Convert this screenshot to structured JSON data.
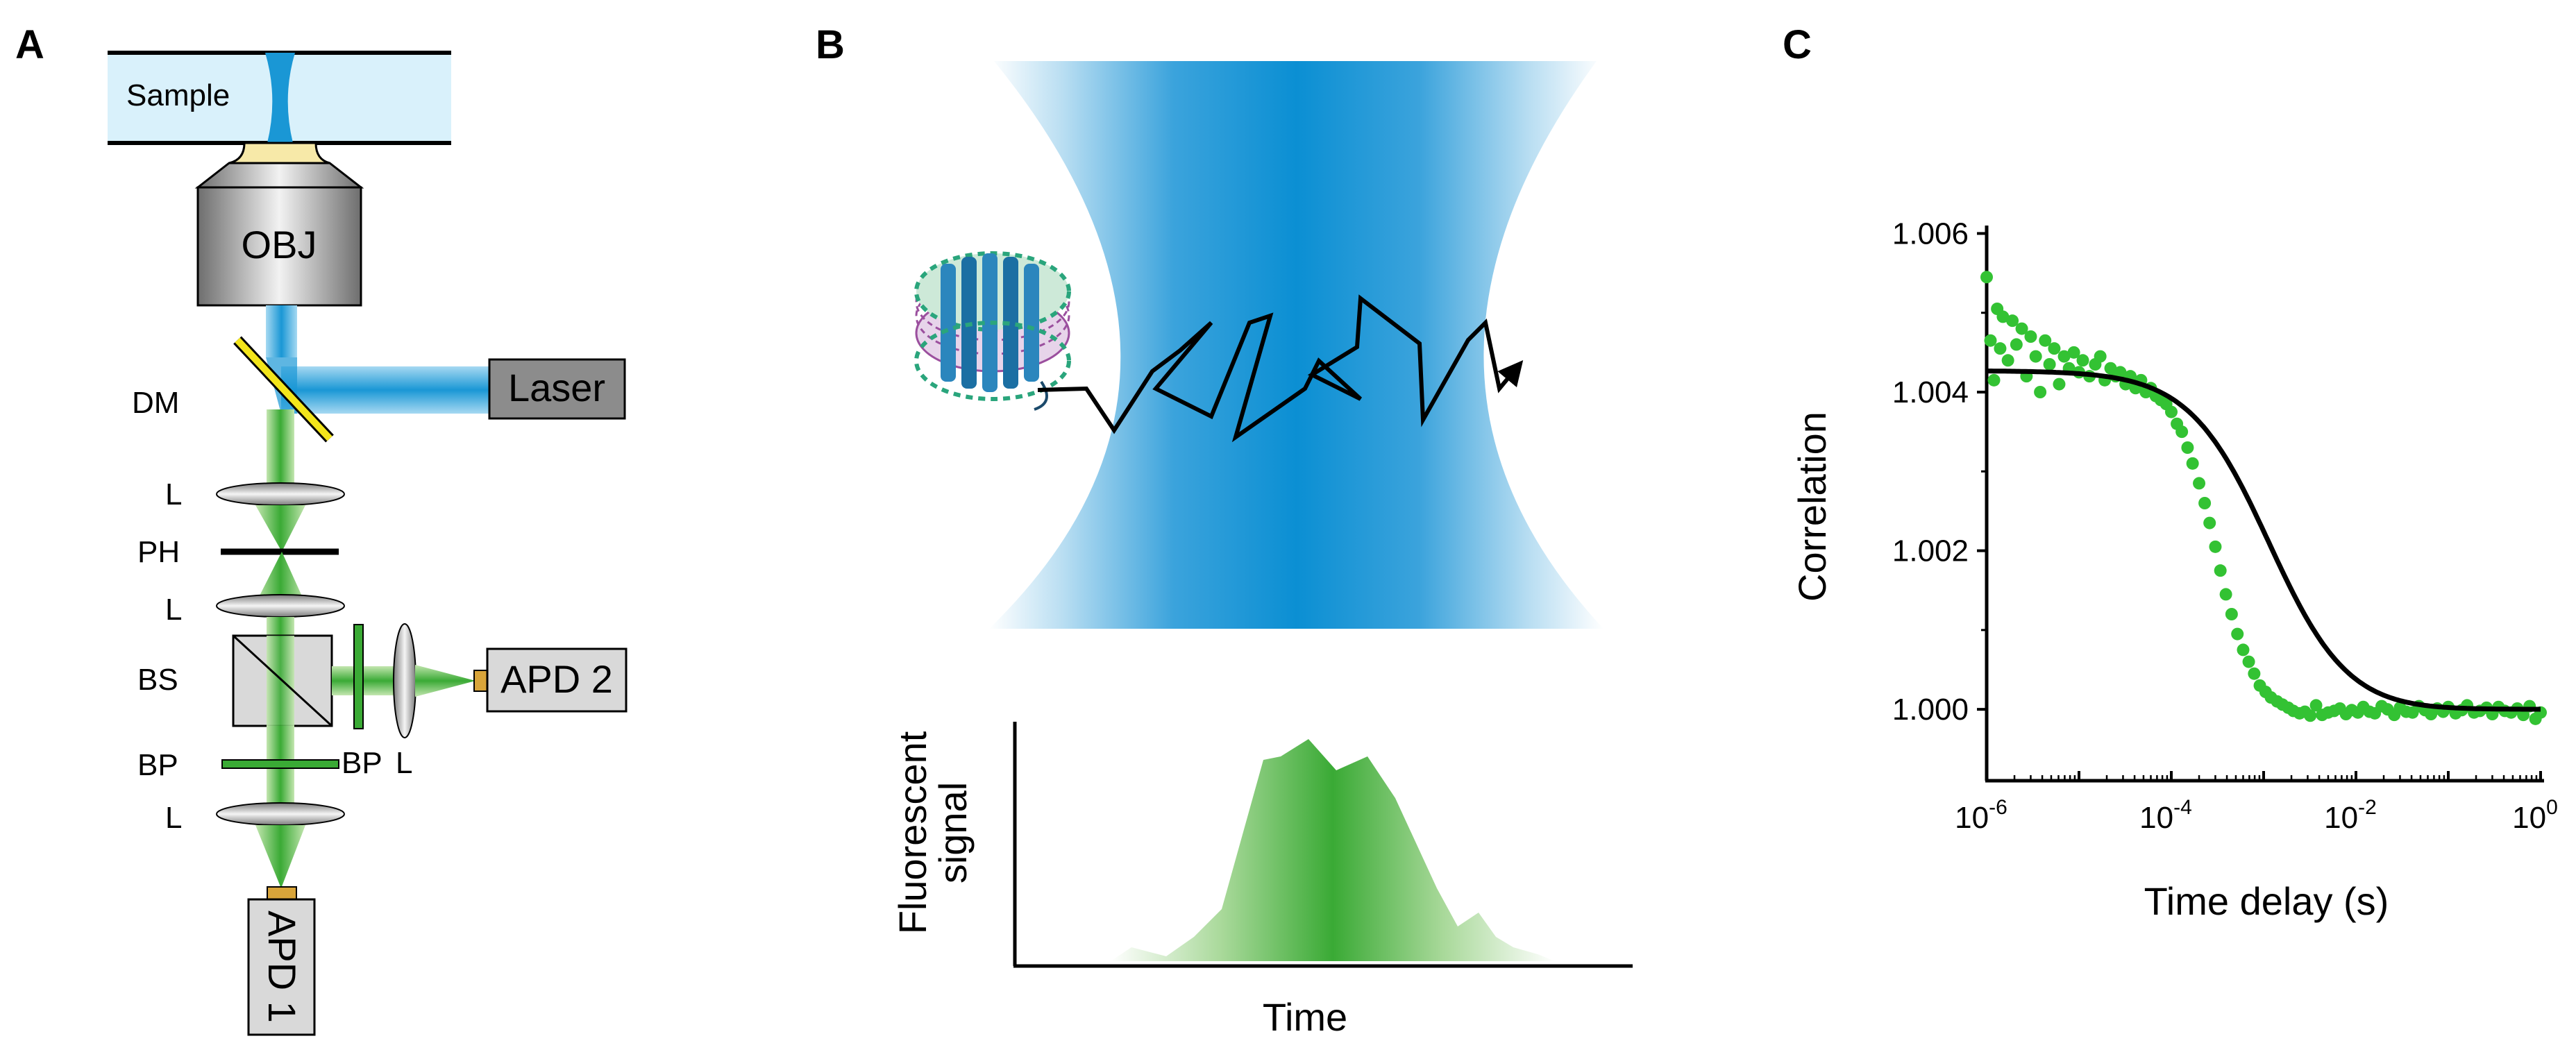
{
  "panels": {
    "a": {
      "letter": "A",
      "sample": "Sample",
      "objective": "OBJ",
      "laser": "Laser",
      "dichroic": "DM",
      "lens_labels": [
        "L",
        "L",
        "L"
      ],
      "pinhole": "PH",
      "beamsplitter": "BS",
      "bandpass": "BP",
      "detector1": "APD 1",
      "detector2": "APD 2",
      "side_bandpass": "BP",
      "side_lens": "L"
    },
    "b": {
      "letter": "B",
      "ylabel_line1": "Fluorescent",
      "ylabel_line2": "signal",
      "xlabel": "Time"
    },
    "c": {
      "letter": "C"
    }
  },
  "colors": {
    "laser_blue": "#1a97d5",
    "emission_green": "#3aaa35",
    "sample_bg": "#d9f1fb",
    "gray_box": "#8c8c8c",
    "light_box": "#d9d9d9",
    "data_green": "#33c233",
    "fit_black": "#000000"
  },
  "chart_data": {
    "type": "scatter",
    "xscale": "log",
    "xlabel": "Time delay (s)",
    "ylabel": "Correlation",
    "xlim": [
      1e-06,
      1
    ],
    "ylim": [
      0.9991,
      1.0061
    ],
    "x_ticks": [
      {
        "base": "10",
        "exp": "-6"
      },
      {
        "base": "10",
        "exp": "-4"
      },
      {
        "base": "10",
        "exp": "-2"
      },
      {
        "base": "10",
        "exp": "0"
      }
    ],
    "y_ticks": [
      "1.000",
      "1.002",
      "1.004",
      "1.006"
    ],
    "y_tick_values": [
      1.0,
      1.002,
      1.004,
      1.006
    ],
    "fit_model": {
      "baseline": 1.0,
      "amplitude": 0.00427,
      "tau_D": 0.00115,
      "kappa": 5
    },
    "series": [
      {
        "kind": "points",
        "x": [
          1e-06,
          1.1e-06,
          1.2e-06,
          1.3e-06,
          1.4e-06,
          1.5e-06,
          1.7e-06,
          1.9e-06,
          2.1e-06,
          2.4e-06,
          2.7e-06,
          3e-06,
          3.4e-06,
          3.8e-06,
          4.3e-06,
          4.8e-06,
          5.4e-06,
          6.1e-06,
          6.9e-06,
          7.8e-06,
          8.8e-06,
          1e-05,
          1.1e-05,
          1.3e-05,
          1.5e-05,
          1.7e-05,
          1.9e-05,
          2.2e-05,
          2.5e-05,
          2.8e-05,
          3.2e-05,
          3.6e-05,
          4.1e-05,
          4.7e-05,
          5.3e-05,
          6e-05,
          6.8e-05,
          7.7e-05,
          8.8e-05,
          0.0001,
          0.000115,
          0.00013,
          0.00015,
          0.00017,
          0.0002,
          0.00023,
          0.00026,
          0.0003,
          0.00034,
          0.00039,
          0.00045,
          0.00052,
          0.0006,
          0.00069,
          0.00079,
          0.00091,
          0.00105,
          0.0012,
          0.0014,
          0.0016,
          0.00185,
          0.0021,
          0.00245,
          0.0028,
          0.0032,
          0.0037,
          0.0043,
          0.005,
          0.0058,
          0.0067,
          0.0078,
          0.009,
          0.0105,
          0.012,
          0.014,
          0.016,
          0.019,
          0.022,
          0.026,
          0.03,
          0.035,
          0.041,
          0.048,
          0.056,
          0.065,
          0.076,
          0.088,
          0.1,
          0.12,
          0.14,
          0.16,
          0.19,
          0.22,
          0.26,
          0.3,
          0.35,
          0.41,
          0.48,
          0.56,
          0.65,
          0.76,
          0.88,
          1.0
        ],
        "y": [
          1.00545,
          1.00465,
          1.00415,
          1.00505,
          1.00455,
          1.00495,
          1.0044,
          1.0049,
          1.0046,
          1.0048,
          1.0042,
          1.0047,
          1.00445,
          1.004,
          1.00465,
          1.00435,
          1.00455,
          1.0041,
          1.00445,
          1.0043,
          1.0045,
          1.00425,
          1.0044,
          1.0042,
          1.00435,
          1.00445,
          1.00415,
          1.0043,
          1.0042,
          1.00425,
          1.0041,
          1.0042,
          1.00405,
          1.00415,
          1.004,
          1.00405,
          1.00395,
          1.0039,
          1.00385,
          1.00375,
          1.0036,
          1.0035,
          1.0033,
          1.0031,
          1.00285,
          1.0026,
          1.00235,
          1.00205,
          1.00175,
          1.00145,
          1.0012,
          1.00095,
          1.00075,
          1.0006,
          1.00045,
          1.0003,
          1.00022,
          1.00015,
          1.0001,
          1.00006,
          1.00002,
          0.99998,
          0.99995,
          0.99997,
          0.99992,
          1.00005,
          0.99993,
          0.99996,
          0.99998,
          1.00001,
          0.99994,
          0.99999,
          0.99996,
          1.00003,
          0.99997,
          0.99995,
          1.00004,
          1.0,
          0.99993,
          1.00002,
          0.99997,
          0.99996,
          1.00004,
          0.99999,
          0.99994,
          1.00001,
          0.99997,
          1.00003,
          0.99995,
          0.99999,
          1.00005,
          0.99996,
          0.99998,
          1.00002,
          0.99994,
          1.00003,
          0.99998,
          0.99996,
          1.00001,
          0.99993,
          1.00004,
          0.99988,
          0.99996
        ],
        "color": "#33c233"
      },
      {
        "kind": "fit",
        "color": "#000000"
      }
    ]
  }
}
